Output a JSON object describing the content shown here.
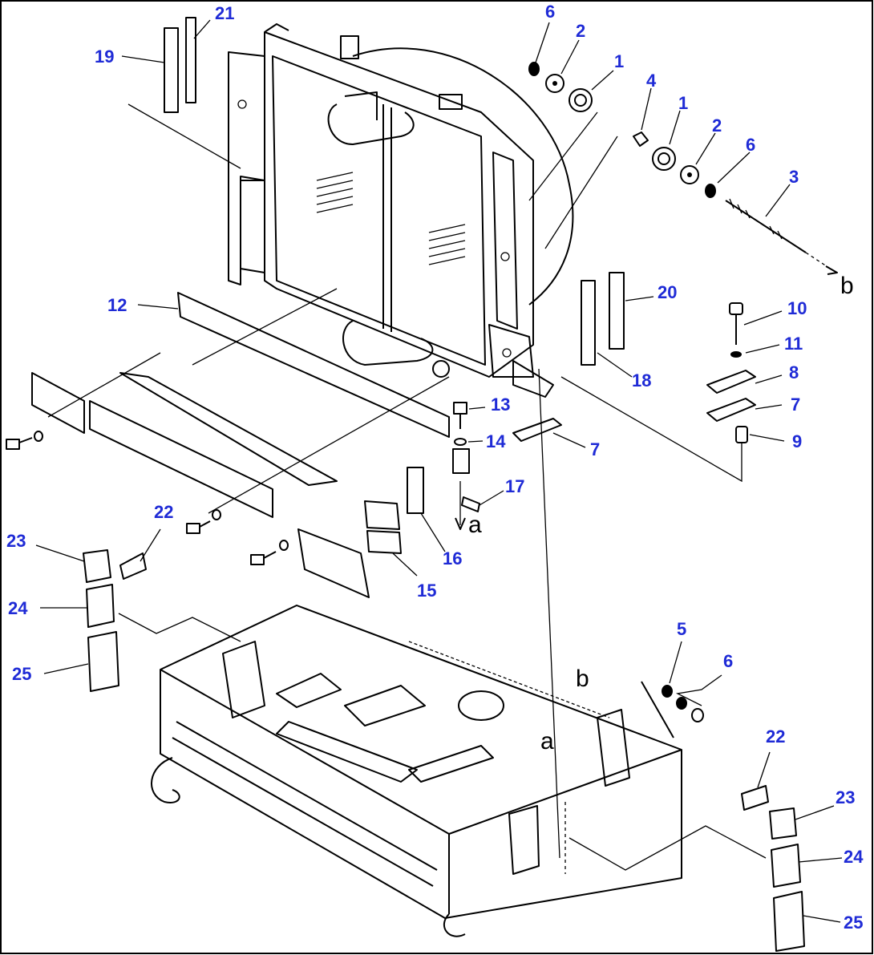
{
  "callouts": [
    {
      "id": "c21",
      "text": "21"
    },
    {
      "id": "c19",
      "text": "19"
    },
    {
      "id": "c6a",
      "text": "6"
    },
    {
      "id": "c2a",
      "text": "2"
    },
    {
      "id": "c1a",
      "text": "1"
    },
    {
      "id": "c4",
      "text": "4"
    },
    {
      "id": "c1b",
      "text": "1"
    },
    {
      "id": "c2b",
      "text": "2"
    },
    {
      "id": "c6b",
      "text": "6"
    },
    {
      "id": "c3",
      "text": "3"
    },
    {
      "id": "c20",
      "text": "20"
    },
    {
      "id": "c10",
      "text": "10"
    },
    {
      "id": "c11",
      "text": "11"
    },
    {
      "id": "c12",
      "text": "12"
    },
    {
      "id": "c8",
      "text": "8"
    },
    {
      "id": "c18",
      "text": "18"
    },
    {
      "id": "c7a",
      "text": "7"
    },
    {
      "id": "c13",
      "text": "13"
    },
    {
      "id": "c9",
      "text": "9"
    },
    {
      "id": "c14",
      "text": "14"
    },
    {
      "id": "c7b",
      "text": "7"
    },
    {
      "id": "c17",
      "text": "17"
    },
    {
      "id": "c22a",
      "text": "22"
    },
    {
      "id": "c23a",
      "text": "23"
    },
    {
      "id": "c16",
      "text": "16"
    },
    {
      "id": "c15",
      "text": "15"
    },
    {
      "id": "c24a",
      "text": "24"
    },
    {
      "id": "c5",
      "text": "5"
    },
    {
      "id": "c25a",
      "text": "25"
    },
    {
      "id": "c6c",
      "text": "6"
    },
    {
      "id": "c22b",
      "text": "22"
    },
    {
      "id": "c23b",
      "text": "23"
    },
    {
      "id": "c24b",
      "text": "24"
    },
    {
      "id": "c25b",
      "text": "25"
    }
  ],
  "reference_marks": [
    {
      "id": "mb1",
      "text": "b"
    },
    {
      "id": "ma1",
      "text": "a"
    },
    {
      "id": "mb2",
      "text": "b"
    },
    {
      "id": "ma2",
      "text": "a"
    }
  ]
}
